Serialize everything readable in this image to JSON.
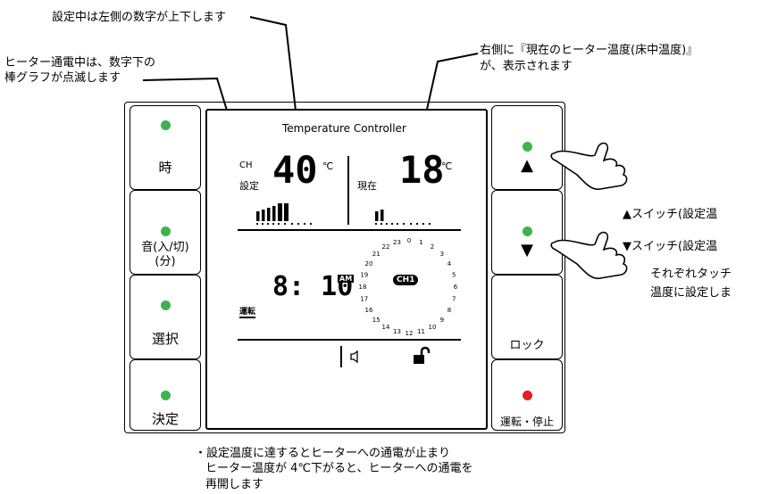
{
  "annotations": {
    "setting_blink": "設定中は左側の数字が上下します",
    "heater_bar": [
      "ヒーター通電中は、数字下の",
      "棒グラフが点滅します"
    ],
    "current_temp": [
      "右側に『現在のヒーター温度(床中温度)』",
      "が、表示されます"
    ],
    "up_switch": "▲スイッチ(設定温",
    "down_switch": "▼スイッチ(設定温",
    "touch_note": [
      "それぞれタッチ",
      "温度に設定しま"
    ],
    "footer": [
      "・設定温度に達するとヒーターへの通電が止まり",
      "ヒーター温度が 4℃下がると、ヒーターへの通電を",
      "再開します"
    ]
  },
  "left_buttons": [
    {
      "label": "時",
      "led": "green"
    },
    {
      "label": "音(入/切)",
      "sublabel": "(分)",
      "led": "green"
    },
    {
      "label": "選択",
      "led": "green"
    },
    {
      "label": "決定",
      "led": "green"
    }
  ],
  "right_buttons": [
    {
      "label": "▲",
      "led": "green"
    },
    {
      "label": "▼",
      "led": "green"
    },
    {
      "label": "ロック",
      "led": "none"
    },
    {
      "label": "運転・停止",
      "led": "red"
    }
  ],
  "screen": {
    "title": "Temperature Controller",
    "ch": "CH",
    "set_label": "設定",
    "set_temp": "40",
    "unit": "℃",
    "now_label": "現在",
    "now_temp": "18",
    "clock": "8: 10",
    "ampm": "AM",
    "run_label": "運転",
    "channel": "CH1",
    "dial_numbers": [
      "0",
      "1",
      "2",
      "3",
      "4",
      "5",
      "6",
      "7",
      "8",
      "9",
      "10",
      "11",
      "12",
      "13",
      "14",
      "15",
      "16",
      "17",
      "18",
      "19",
      "20",
      "21",
      "22",
      "23"
    ]
  },
  "colors": {
    "green": "#3cb44b",
    "red": "#e31e24"
  }
}
